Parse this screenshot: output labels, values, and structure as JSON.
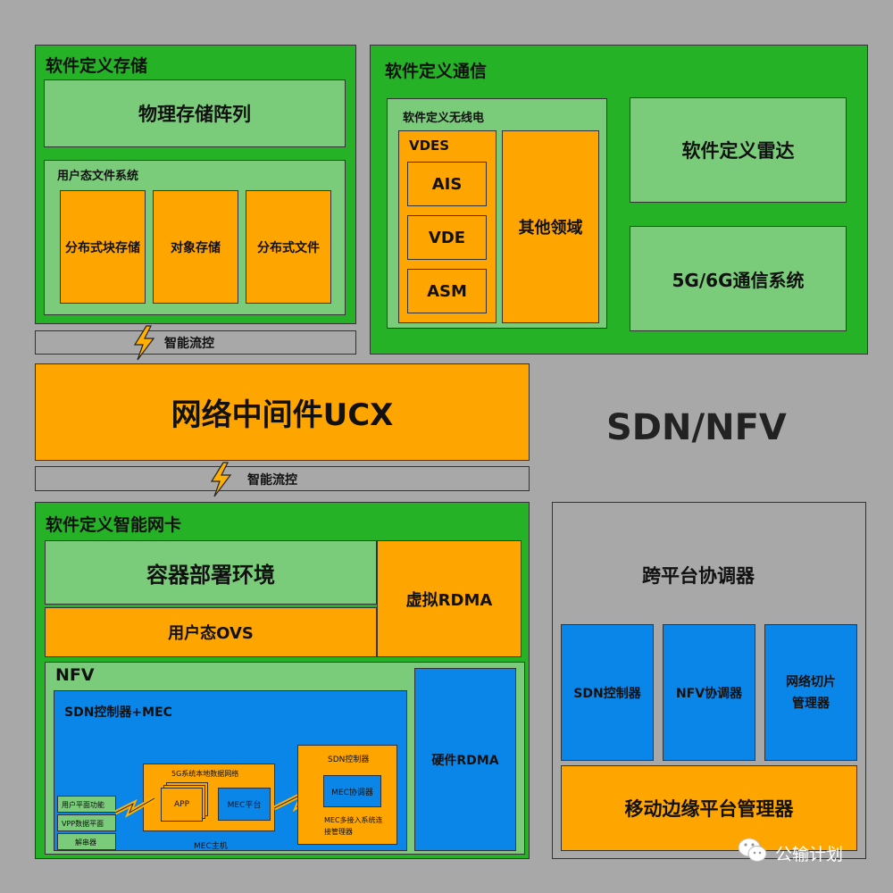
{
  "storage": {
    "title": "软件定义存储",
    "physical": "物理存储阵列",
    "userfs_title": "用户态文件系统",
    "items": [
      "分布式块存储",
      "对象存储",
      "分布式文件"
    ]
  },
  "flow1": "智能流控",
  "comm": {
    "title": "软件定义通信",
    "radio_title": "软件定义无线电",
    "vdes_title": "VDES",
    "vdes_items": [
      "AIS",
      "VDE",
      "ASM"
    ],
    "other": "其他领域",
    "radar": "软件定义雷达",
    "g5g6": "5G/6G通信系统"
  },
  "ucx": "网络中间件UCX",
  "sdnnfv": "SDN/NFV",
  "flow2": "智能流控",
  "nic": {
    "title": "软件定义智能网卡",
    "container": "容器部署环境",
    "ovs": "用户态OVS",
    "vrdma": "虚拟RDMA",
    "nfv_title": "NFV",
    "sdnmec_title": "SDN控制器+MEC",
    "local_net": "5G系统本地数据网络",
    "app": "APP",
    "mec_platform": "MEC平台",
    "mec_host": "MEC主机",
    "user_plane": [
      "用户平面功能",
      "VPP数据平面",
      "解串器"
    ],
    "sdn_ctrl_small": "SDN控制器",
    "mec_coord": "MEC协调器",
    "mec_access": "MEC多接入系统连接管理器",
    "hw_rdma": "硬件RDMA"
  },
  "cross": {
    "title": "跨平台协调器",
    "items": [
      "SDN控制器",
      "NFV协调器",
      "网络切片管理器"
    ],
    "mec_mgr": "移动边缘平台管理器"
  },
  "watermark": "公输计划",
  "colors": {
    "green": "#26b226",
    "light_green": "#7acc7a",
    "orange": "#ffa500",
    "blue": "#0a86e8",
    "gray": "#a8a8a8"
  }
}
